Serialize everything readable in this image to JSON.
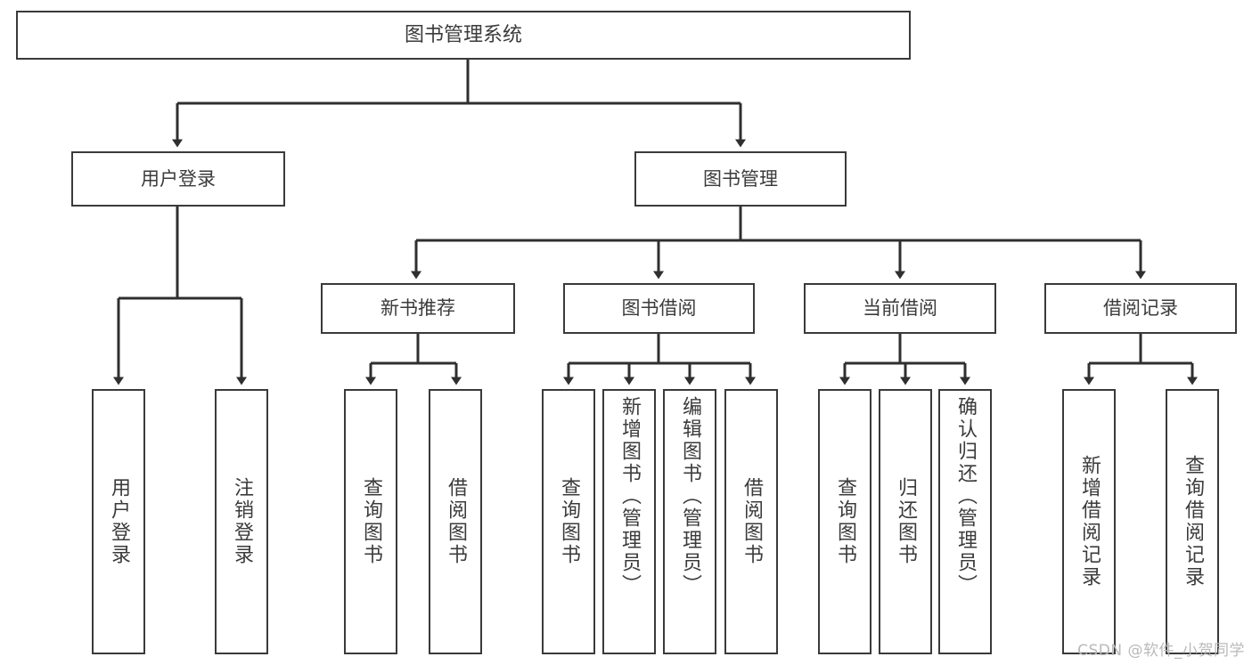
{
  "diagram": {
    "title": "图书管理系统",
    "type": "tree-hierarchy-chart",
    "root": {
      "id": "root",
      "label": "图书管理系统"
    },
    "level1": [
      {
        "id": "user-login",
        "label": "用户登录"
      },
      {
        "id": "book-management",
        "label": "图书管理"
      }
    ],
    "level2": [
      {
        "id": "new-book-recommend",
        "label": "新书推荐"
      },
      {
        "id": "book-borrow",
        "label": "图书借阅"
      },
      {
        "id": "current-borrow",
        "label": "当前借阅"
      },
      {
        "id": "borrow-record",
        "label": "借阅记录"
      }
    ],
    "leaves": [
      {
        "id": "leaf-user-login",
        "label": "用户登录",
        "parent": "user-login"
      },
      {
        "id": "leaf-logout-login",
        "label": "注销登录",
        "parent": "user-login"
      },
      {
        "id": "leaf-query-book-1",
        "label": "查询图书",
        "parent": "new-book-recommend"
      },
      {
        "id": "leaf-borrow-book-1",
        "label": "借阅图书",
        "parent": "new-book-recommend"
      },
      {
        "id": "leaf-query-book-2",
        "label": "查询图书",
        "parent": "book-borrow"
      },
      {
        "id": "leaf-add-book",
        "label": "新增图书（管理员）",
        "parent": "book-borrow"
      },
      {
        "id": "leaf-edit-book",
        "label": "编辑图书（管理员）",
        "parent": "book-borrow"
      },
      {
        "id": "leaf-borrow-book-2",
        "label": "借阅图书",
        "parent": "book-borrow"
      },
      {
        "id": "leaf-query-book-3",
        "label": "查询图书",
        "parent": "current-borrow"
      },
      {
        "id": "leaf-return-book",
        "label": "归还图书",
        "parent": "current-borrow"
      },
      {
        "id": "leaf-confirm-return",
        "label": "确认归还（管理员）",
        "parent": "current-borrow"
      },
      {
        "id": "leaf-add-record",
        "label": "新增借阅记录",
        "parent": "borrow-record"
      },
      {
        "id": "leaf-query-record",
        "label": "查询借阅记录",
        "parent": "borrow-record"
      }
    ]
  },
  "watermark": {
    "text": "CSDN @软件_小贺同学"
  },
  "colors": {
    "box_border": "#3a3a3a",
    "text": "#3b3b3b",
    "edge": "#2f2f2f",
    "background": "#ffffff",
    "watermark": "#b9b9b9"
  }
}
